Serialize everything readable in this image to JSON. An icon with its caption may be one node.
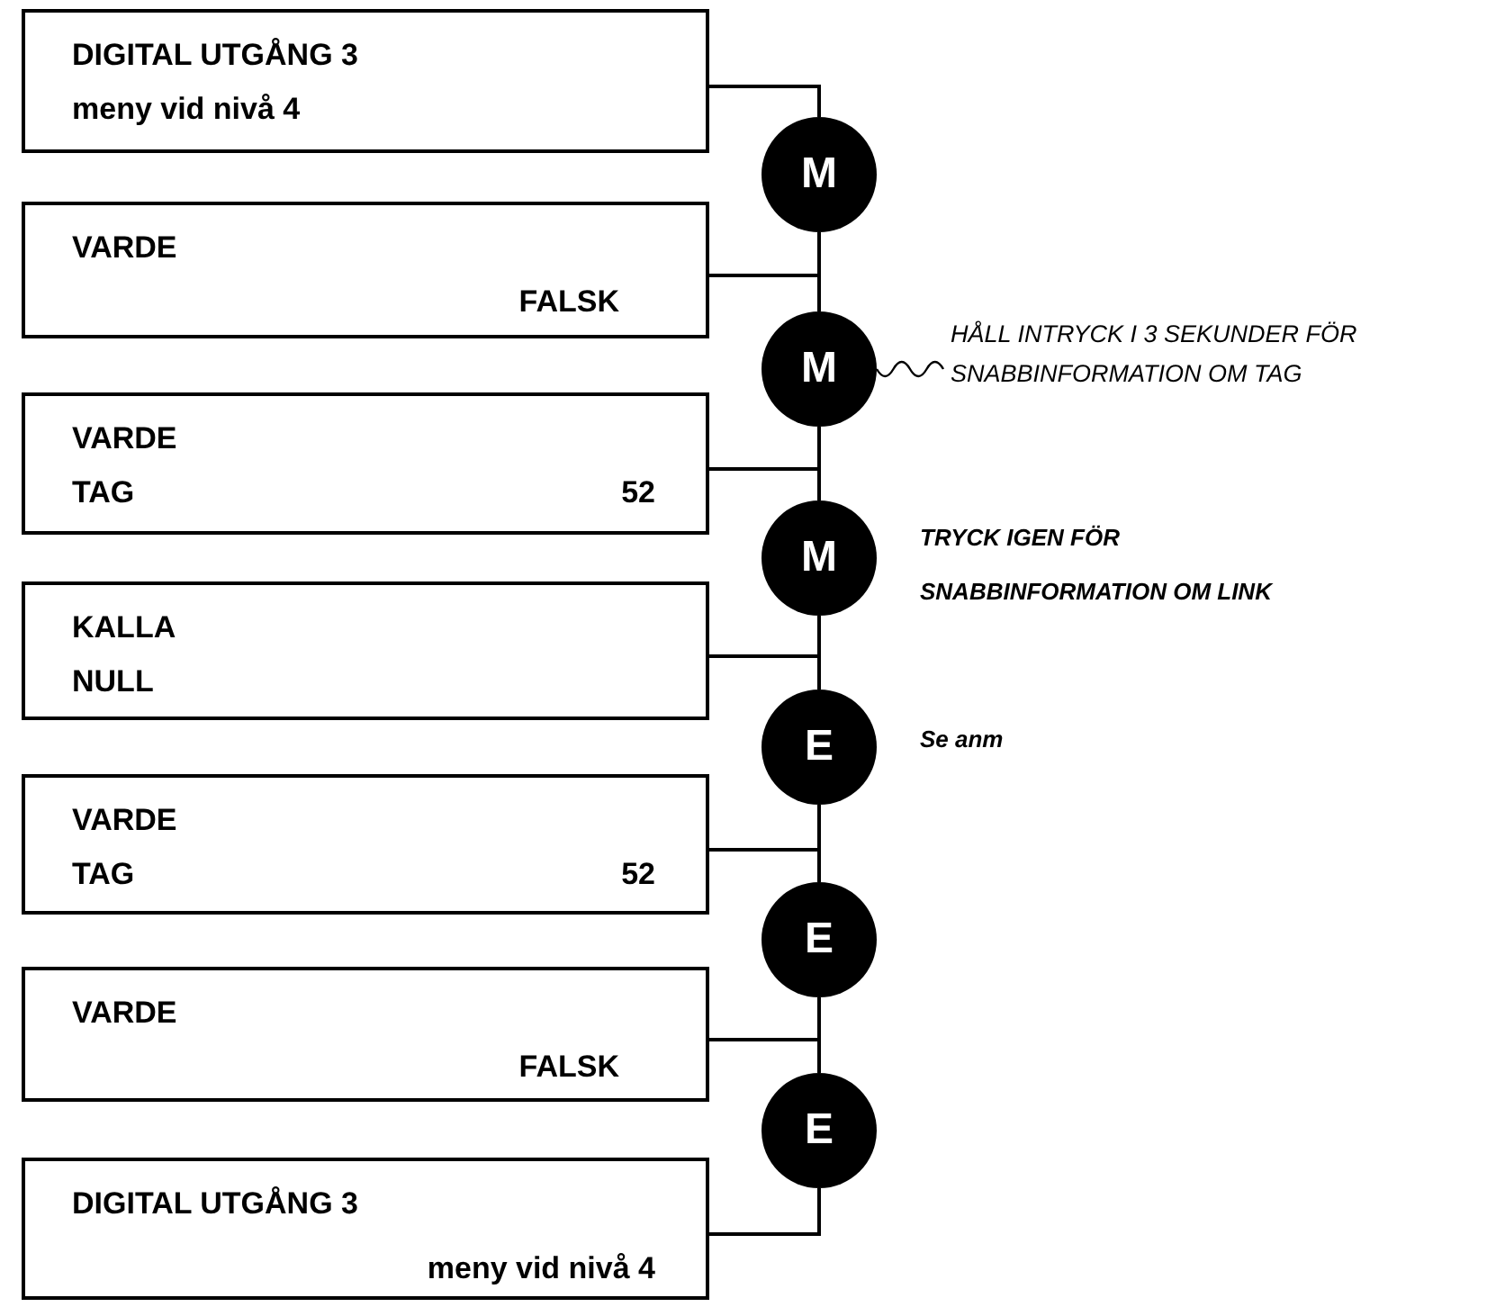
{
  "diagram": {
    "nodes": [
      {
        "text": [
          "DIGITAL UTGÅNG 3",
          "meny vid nivå 4"
        ]
      },
      {
        "text": [
          "M"
        ]
      },
      {
        "text": [
          "VARDE",
          "FALSK"
        ]
      },
      {
        "text": [
          "M"
        ]
      },
      {
        "text": [
          "VARDE",
          "TAG",
          "52"
        ]
      },
      {
        "text": [
          "M"
        ],
        "beside": [
          "TRYCK IGEN FÖR SNABBINFORMATION OM LINK"
        ]
      },
      {
        "text": [
          "KALLA",
          "NULL"
        ]
      },
      {
        "text": [
          "E"
        ],
        "beside": [
          "Se anm"
        ]
      },
      {
        "text": [
          "VARDE",
          "TAG",
          "52"
        ]
      },
      {
        "text": [
          "E"
        ]
      },
      {
        "text": [
          "VARDE",
          "FALSK"
        ]
      },
      {
        "text": [
          "E"
        ]
      },
      {
        "text": [
          "DIGITAL UTGÅNG 3",
          "meny vid nivå 4"
        ]
      },
      {
        "text": [
          "HÅLL INTRYCK I 3 SEKUNDER FÖR SNABBINFORMATION OM TAG"
        ]
      }
    ],
    "edges": [
      {
        "from": 0,
        "to": 1,
        "arrow": "none"
      },
      {
        "from": 1,
        "to": 2,
        "arrow": "none"
      },
      {
        "from": 2,
        "to": 3,
        "arrow": "none"
      },
      {
        "from": 3,
        "to": 4,
        "arrow": "none"
      },
      {
        "from": 4,
        "to": 5,
        "arrow": "none"
      },
      {
        "from": 5,
        "to": 6,
        "arrow": "none"
      },
      {
        "from": 6,
        "to": 7,
        "arrow": "none"
      },
      {
        "from": 7,
        "to": 8,
        "arrow": "none"
      },
      {
        "from": 8,
        "to": 9,
        "arrow": "none"
      },
      {
        "from": 9,
        "to": 10,
        "arrow": "none"
      },
      {
        "from": 10,
        "to": 11,
        "arrow": "none"
      },
      {
        "from": 11,
        "to": 12,
        "arrow": "none"
      },
      {
        "from": 13,
        "to": 3,
        "arrow": "none"
      }
    ]
  }
}
